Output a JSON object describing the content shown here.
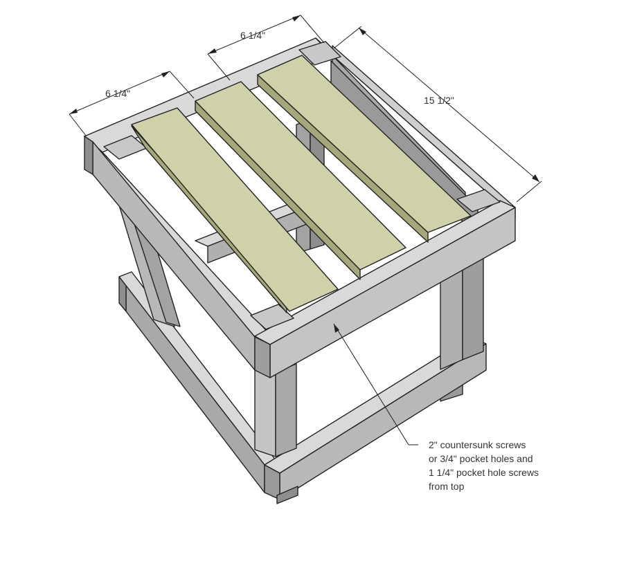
{
  "dimensions": {
    "slat_left": "6 1/4\"",
    "slat_middle": "6 1/4\"",
    "depth": "15 1/2\""
  },
  "note": {
    "lines": [
      "2\" countersunk screws",
      "or 3/4\" pocket holes and",
      "1 1/4\" pocket hole screws",
      "from top"
    ]
  },
  "colors": {
    "frame_top": "#d9d9d9",
    "frame_side": "#b8b8b8",
    "frame_dark": "#8e8e8e",
    "slat_top": "#cfd1a8",
    "slat_side": "#a6a77a",
    "outline": "#222222"
  }
}
